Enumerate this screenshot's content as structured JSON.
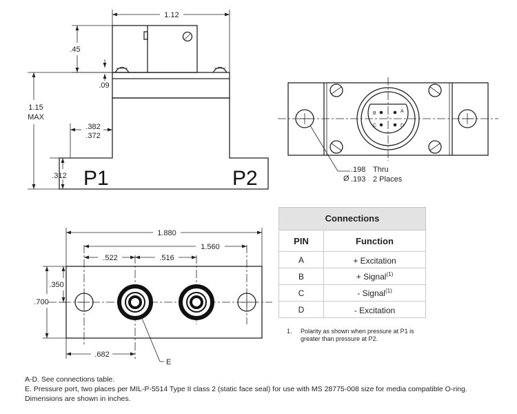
{
  "dimensions": {
    "side_view": {
      "width": "1.12",
      "upper_height": ".45",
      "step": ".09",
      "overall_height": "1.15",
      "overall_height_note": "MAX",
      "port_depth_top": ".382",
      "port_depth_bottom": ".372",
      "base_height": ".312",
      "port1_label": "P1",
      "port2_label": "P2"
    },
    "end_view": {
      "diameter_symbol": "Ø",
      "hole_dia_max": ".198",
      "hole_dia_min": ".193",
      "hole_note_line1": "Thru",
      "hole_note_line2": "2 Places",
      "pin_letters": [
        "A",
        "B",
        "C",
        "D"
      ]
    },
    "bottom_view": {
      "overall_length": "1.880",
      "hole_spacing": "1.560",
      "port_offset": ".522",
      "port_spacing": ".516",
      "half_height": ".350",
      "overall_height": ".700",
      "port_location": ".682",
      "port_label": "E"
    }
  },
  "connections": {
    "title": "Connections",
    "col_pin": "PIN",
    "col_function": "Function",
    "rows": [
      {
        "pin": "A",
        "function": "+ Excitation",
        "note": ""
      },
      {
        "pin": "B",
        "function": "+ Signal",
        "note": "(1)"
      },
      {
        "pin": "C",
        "function": "- Signal",
        "note": "(1)"
      },
      {
        "pin": "D",
        "function": "- Excitation",
        "note": ""
      }
    ],
    "footnote_number": "1.",
    "footnote_text": "Polarity as shown when pressure at P1 is greater than pressure at P2."
  },
  "notes": [
    "A-D. See connections table.",
    "E. Pressure port, two places per MIL-P-5514 Type II class 2 (static face seal) for use with MS 28775-008 size for media compatible O-ring.",
    "Dimensions are shown in inches."
  ]
}
